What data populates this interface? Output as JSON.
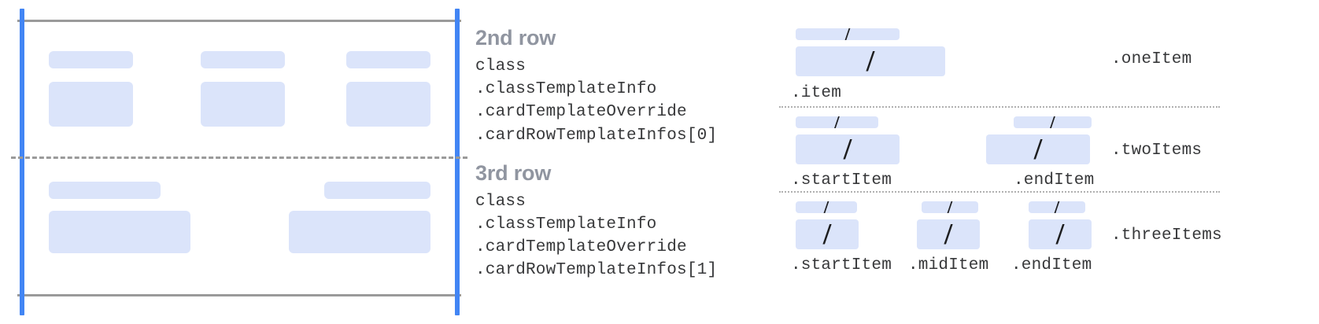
{
  "colors": {
    "placeholder_blue": "#dbe4fa",
    "guide_blue": "#4285f4",
    "rule_grey": "#9a9a9a",
    "title_grey": "#9095a0",
    "code_dark": "#37383a",
    "background": "#ffffff"
  },
  "left_panel": {
    "guide_bars": [
      "left-margin-guide",
      "right-margin-guide"
    ],
    "rules": [
      "top-rule",
      "bottom-rule"
    ],
    "divider": "row-divider-dashed",
    "rows": [
      {
        "name": "2nd-row-preview",
        "columns": [
          {
            "label_bar": "title-placeholder",
            "body_box": "body-placeholder"
          },
          {
            "label_bar": "title-placeholder",
            "body_box": "body-placeholder"
          },
          {
            "label_bar": "title-placeholder",
            "body_box": "body-placeholder"
          }
        ]
      },
      {
        "name": "3rd-row-preview",
        "columns": [
          {
            "label_bar": "title-placeholder",
            "body_box": "body-placeholder"
          },
          {
            "label_bar": "title-placeholder",
            "body_box": "body-placeholder"
          }
        ]
      }
    ]
  },
  "descriptions": [
    {
      "title": "2nd row",
      "lines": [
        "class",
        ".classTemplateInfo",
        ".cardTemplateOverride",
        ".cardRowTemplateInfos[0]"
      ]
    },
    {
      "title": "3rd row",
      "lines": [
        "class",
        ".classTemplateInfo",
        ".cardTemplateOverride",
        ".cardRowTemplateInfos[1]"
      ]
    }
  ],
  "right_panel": {
    "zones": [
      {
        "zone_label": ".oneItem",
        "items": [
          {
            "slash": "/",
            "label": ".item"
          }
        ]
      },
      {
        "zone_label": ".twoItems",
        "items": [
          {
            "slash": "/",
            "label": ".startItem"
          },
          {
            "slash": "/",
            "label": ".endItem"
          }
        ]
      },
      {
        "zone_label": ".threeItems",
        "items": [
          {
            "slash": "/",
            "label": ".startItem"
          },
          {
            "slash": "/",
            "label": ".midItem"
          },
          {
            "slash": "/",
            "label": ".endItem"
          }
        ]
      }
    ]
  }
}
